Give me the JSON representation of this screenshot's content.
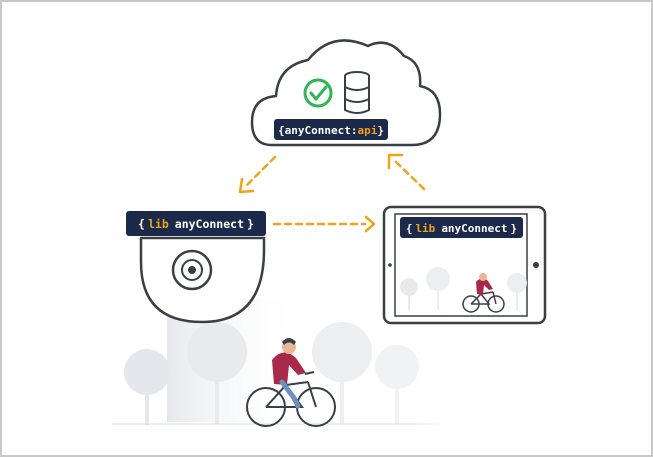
{
  "colors": {
    "navy": "#1b2a4a",
    "orange": "#f0a21b",
    "check_green": "#2fb553",
    "outline": "#3a3f47",
    "light_gray": "#d9dde2",
    "cyclist_red": "#a8294a"
  },
  "cloud": {
    "label_brace_open": "{",
    "label_prefix": "anyConnect:",
    "label_accent": "api",
    "label_brace_close": "}",
    "icons": [
      "checkmark-icon",
      "database-icon"
    ]
  },
  "camera": {
    "label_brace_open": "{",
    "label_accent": "lib",
    "label_text": "anyConnect",
    "label_brace_close": "}"
  },
  "tablet": {
    "label_brace_open": "{",
    "label_accent": "lib",
    "label_text": "anyConnect",
    "label_brace_close": "}"
  }
}
